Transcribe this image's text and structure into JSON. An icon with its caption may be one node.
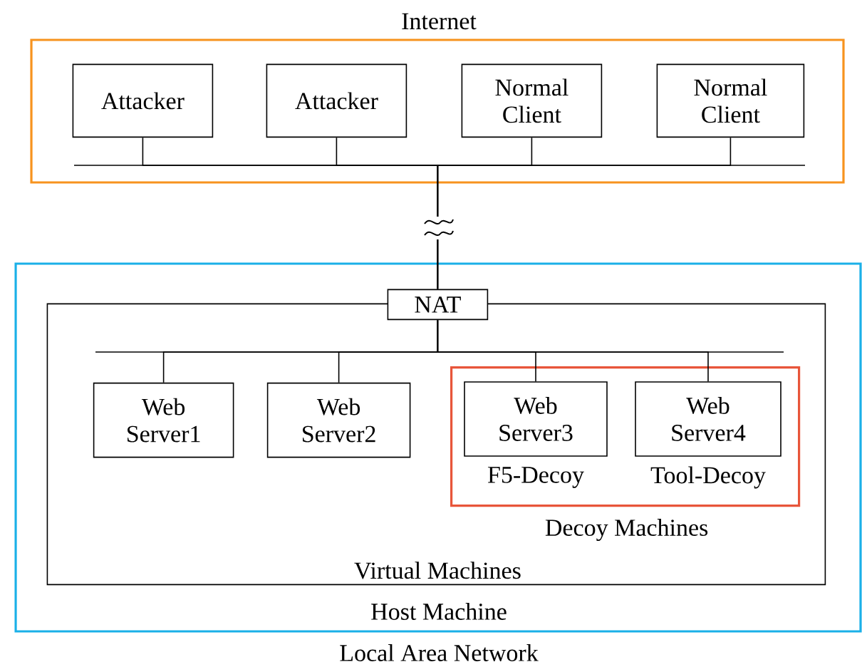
{
  "diagram": {
    "nodes": [
      {
        "text": [
          "Internet"
        ]
      },
      {
        "text": [
          "Attacker"
        ],
        "in": 0
      },
      {
        "text": [
          "Attacker"
        ],
        "in": 0
      },
      {
        "text": [
          "Normal Client"
        ],
        "in": 0
      },
      {
        "text": [
          "Normal Client"
        ],
        "in": 0
      },
      {
        "text": [
          "Host Machine",
          "Local Area Network"
        ]
      },
      {
        "text": [
          "Virtual Machines"
        ],
        "in": 5
      },
      {
        "text": [
          "NAT"
        ],
        "in": 5
      },
      {
        "text": [
          "Web Server1"
        ],
        "in": 6
      },
      {
        "text": [
          "Web Server2"
        ],
        "in": 6
      },
      {
        "text": [
          "Decoy Machines"
        ],
        "in": 6
      },
      {
        "text": [
          "Web Server3"
        ],
        "beside": [
          "F5-Decoy"
        ],
        "in": 10
      },
      {
        "text": [
          "Web Server4"
        ],
        "beside": [
          "Tool-Decoy"
        ],
        "in": 10
      }
    ],
    "edges": [
      {
        "from": 1,
        "to": 7,
        "arrow": "none"
      },
      {
        "from": 2,
        "to": 7,
        "arrow": "none"
      },
      {
        "from": 3,
        "to": 7,
        "arrow": "none"
      },
      {
        "from": 4,
        "to": 7,
        "arrow": "none"
      },
      {
        "from": 7,
        "to": 8,
        "arrow": "none"
      },
      {
        "from": 7,
        "to": 9,
        "arrow": "none"
      },
      {
        "from": 7,
        "to": 11,
        "arrow": "none"
      },
      {
        "from": 7,
        "to": 12,
        "arrow": "none"
      }
    ]
  }
}
